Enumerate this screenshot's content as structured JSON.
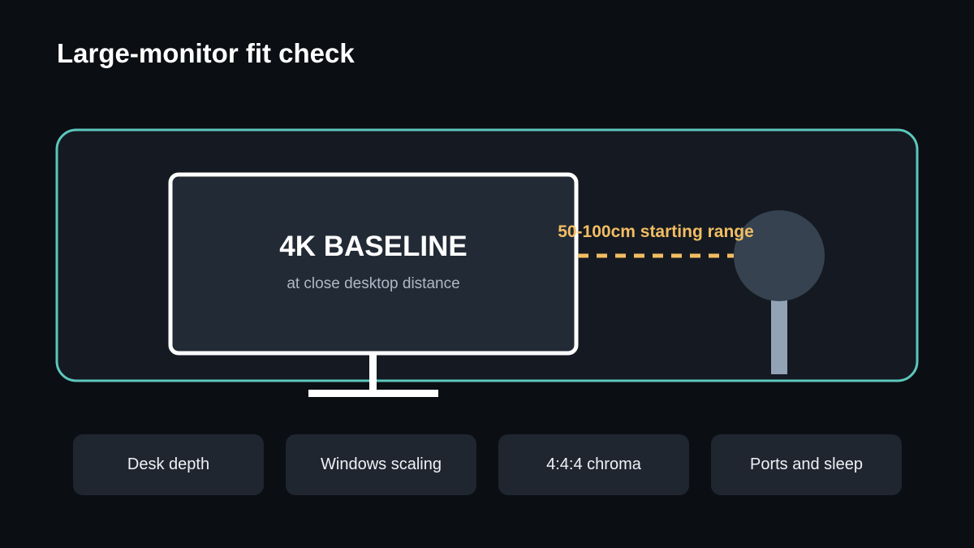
{
  "title": "Large-monitor fit check",
  "monitor": {
    "heading": "4K BASELINE",
    "subtext": "at close desktop distance"
  },
  "distance": {
    "label": "50-100cm starting range"
  },
  "chips": [
    {
      "label": "Desk depth"
    },
    {
      "label": "Windows scaling"
    },
    {
      "label": "4:4:4 chroma"
    },
    {
      "label": "Ports and sleep"
    }
  ],
  "colors": {
    "background": "#0b0e13",
    "panel": "#151a22",
    "panel_border": "#5cc7bd",
    "screen_fill": "#222a35",
    "screen_border": "#ffffff",
    "accent": "#f2bd63",
    "viewer_head": "#36424f",
    "viewer_body": "#93a3b6",
    "chip": "#1f2630"
  }
}
